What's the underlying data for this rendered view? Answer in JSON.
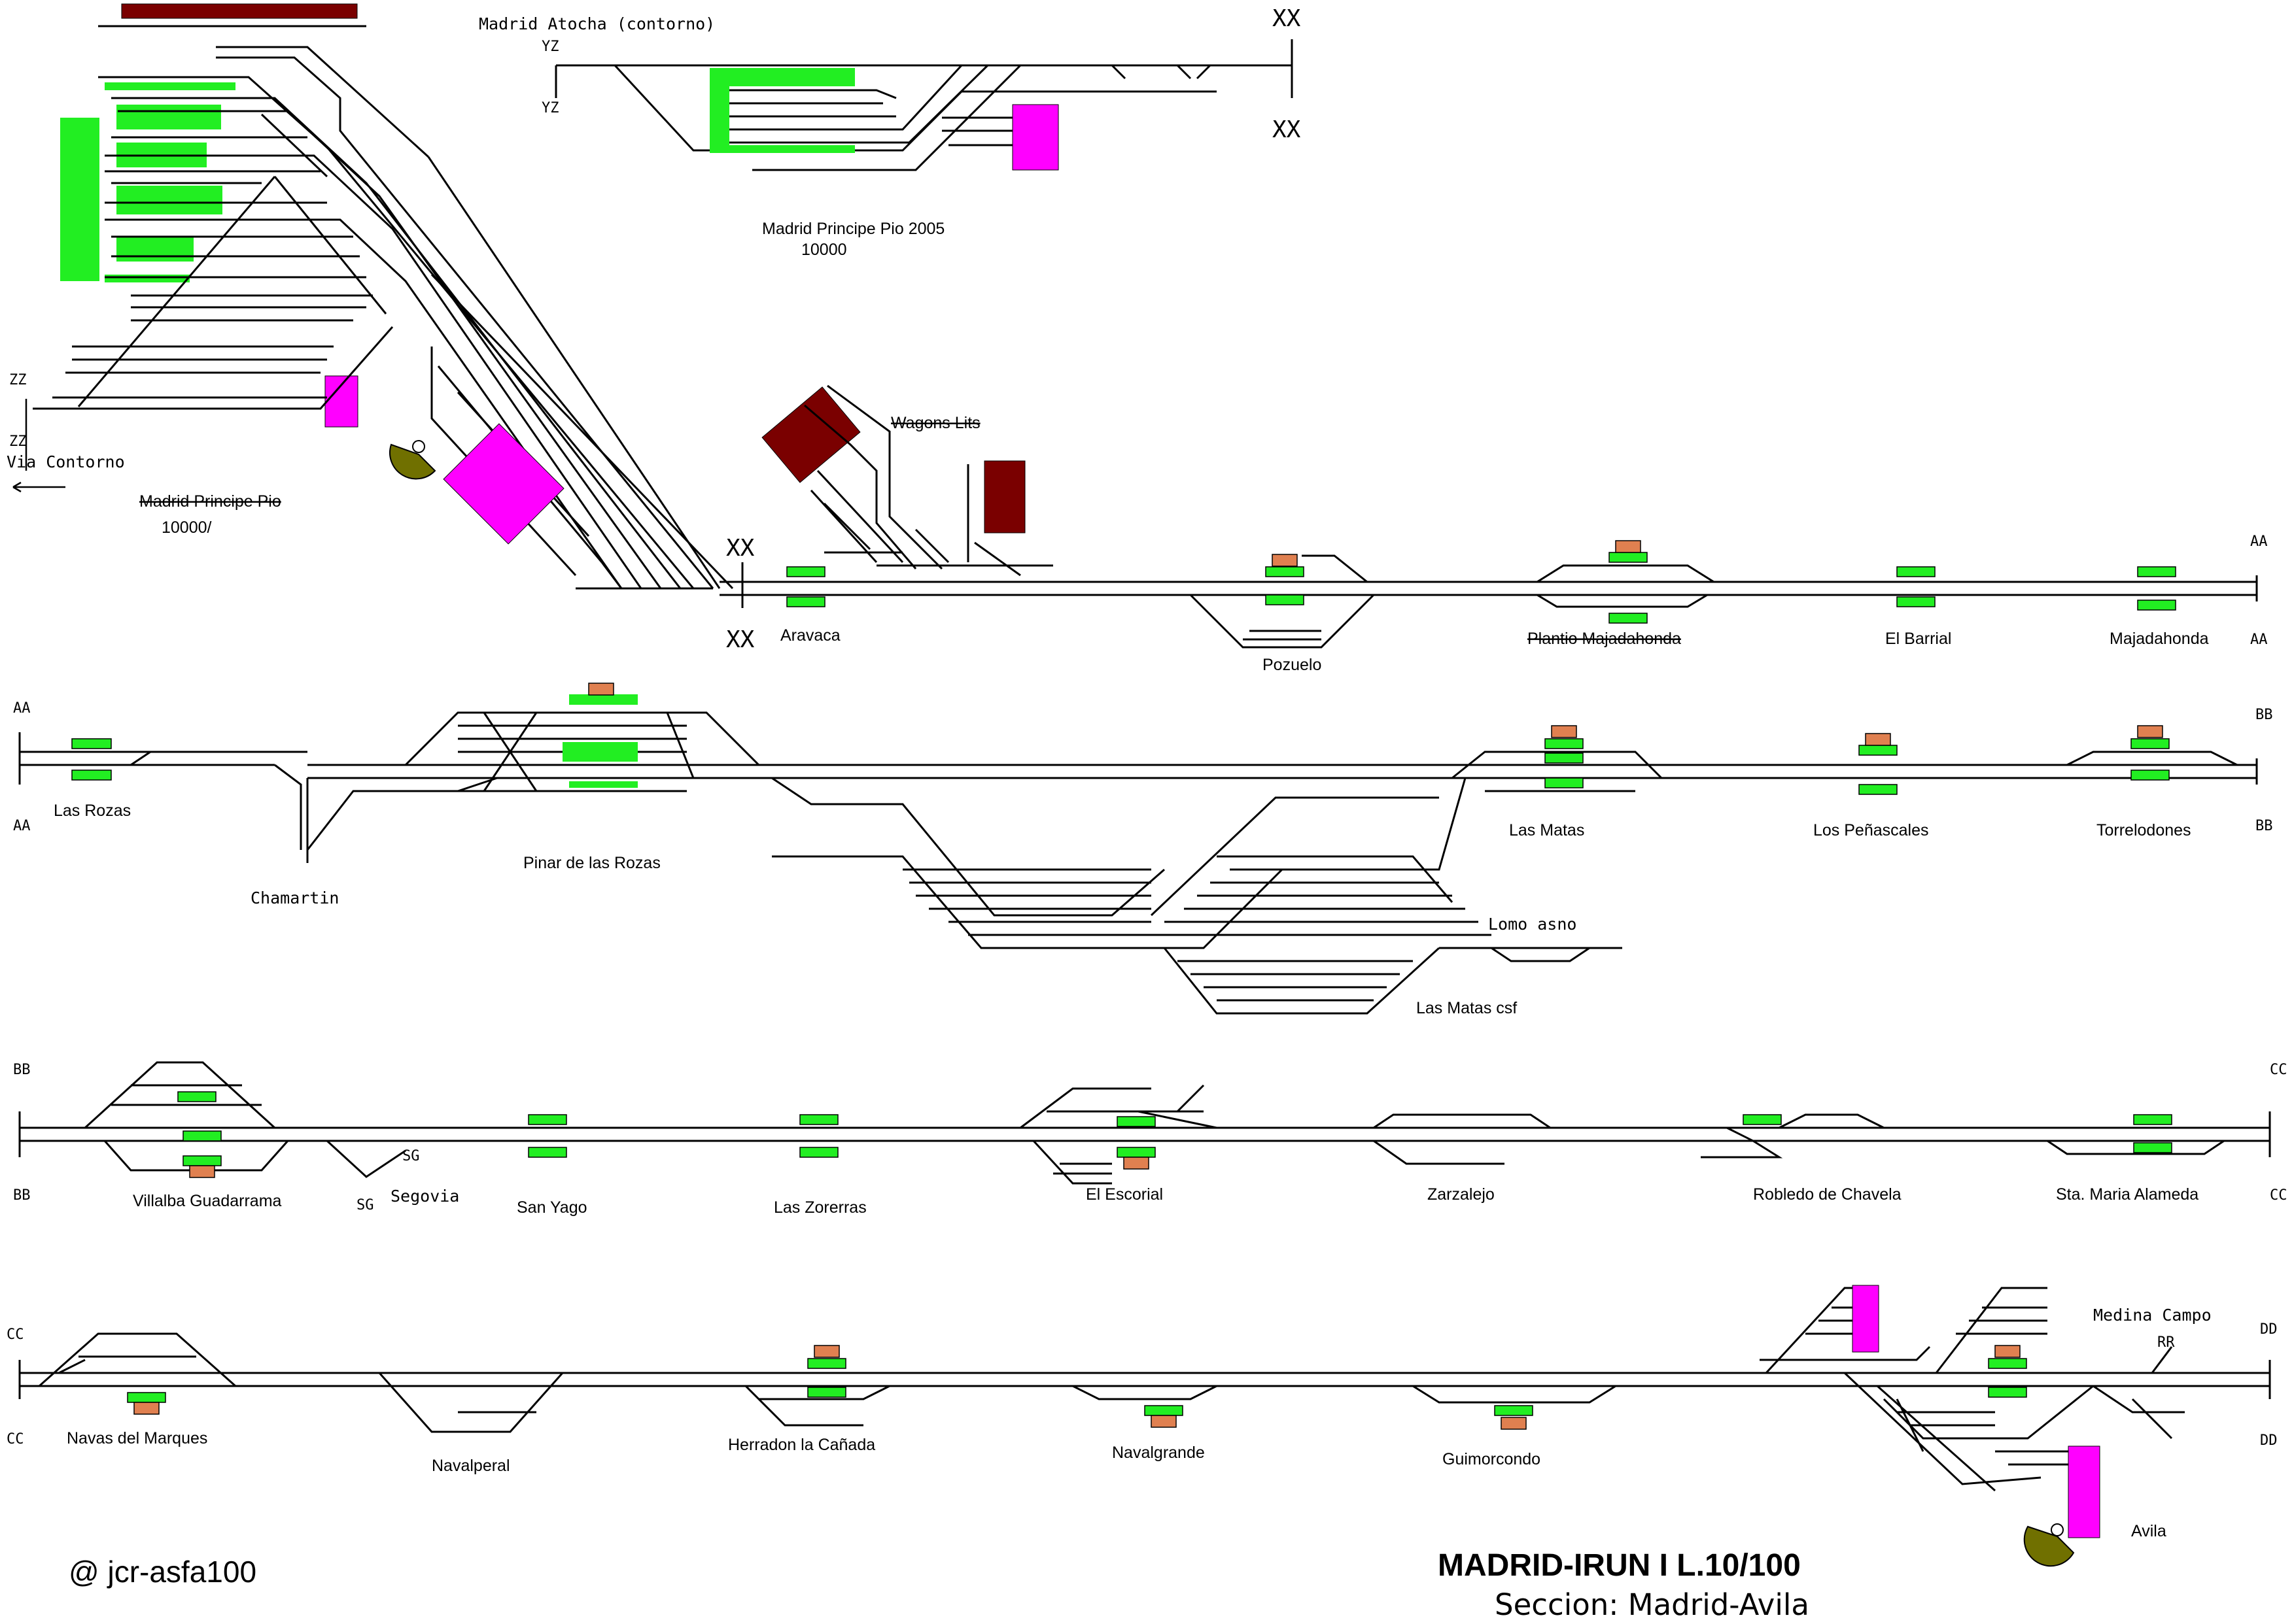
{
  "title": "MADRID-IRUN I L.10/100",
  "subtitle": "Seccion: Madrid-Avila",
  "credit": "@ jcr-asfa100",
  "colors": {
    "platform": "#22ee22",
    "building": "#e08050",
    "depot": "#ff00ff",
    "dark_building": "#7a0000",
    "turntable": "#707000"
  },
  "connectors": {
    "xx": "XX",
    "yz": "YZ",
    "zz": "ZZ",
    "aa": "AA",
    "bb": "BB",
    "cc": "CC",
    "dd": "DD",
    "sg": "SG",
    "rr": "RR"
  },
  "labels": {
    "madrid_atocha": "Madrid Atocha (contorno)",
    "principe_pio_2005": "Madrid Principe Pio 2005",
    "code_10000": "10000",
    "via_contorno": "Via Contorno",
    "principe_pio": "Madrid Principe Pio",
    "code_10000_slash": "10000/",
    "wagons_lits": "Wagons Lits",
    "chamartin": "Chamartin",
    "lomo_asno": "Lomo asno",
    "segovia": "Segovia",
    "medina_campo": "Medina Campo"
  },
  "stations": {
    "aravaca": "Aravaca",
    "pozuelo": "Pozuelo",
    "plantio": "Plantio Majadahonda",
    "el_barrial": "El Barrial",
    "majadahonda": "Majadahonda",
    "las_rozas": "Las Rozas",
    "pinar": "Pinar de las Rozas",
    "las_matas": "Las Matas",
    "los_penascales": "Los Peñascales",
    "torrelodones": "Torrelodones",
    "las_matas_csf": "Las Matas csf",
    "villalba": "Villalba Guadarrama",
    "san_yago": "San Yago",
    "las_zorerras": "Las Zorerras",
    "el_escorial": "El Escorial",
    "zarzalejo": "Zarzalejo",
    "robledo": "Robledo de  Chavela",
    "sta_maria": "Sta. Maria Alameda",
    "navas": "Navas del Marques",
    "navalperal": "Navalperal",
    "herradon": "Herradon la Cañada",
    "navalgrande": "Navalgrande",
    "guimorcondo": "Guimorcondo",
    "avila": "Avila"
  }
}
